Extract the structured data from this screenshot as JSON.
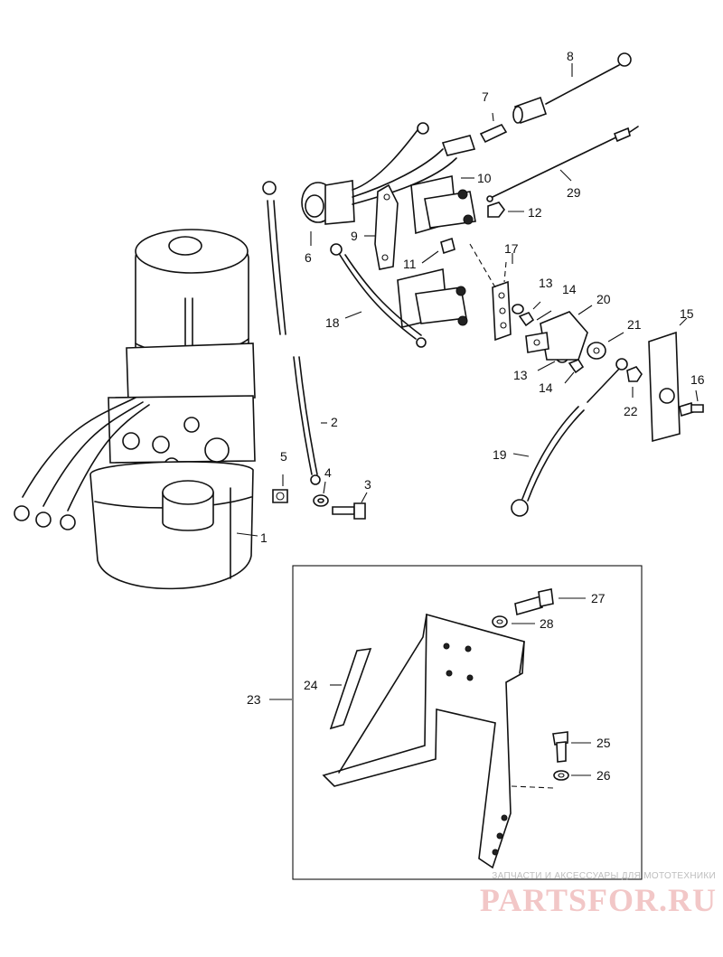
{
  "callouts": {
    "c1": "1",
    "c2": "2",
    "c3": "3",
    "c4": "4",
    "c5": "5",
    "c6": "6",
    "c7": "7",
    "c8": "8",
    "c9": "9",
    "c10": "10",
    "c11": "11",
    "c12": "12",
    "c13a": "13",
    "c13b": "13",
    "c14a": "14",
    "c14b": "14",
    "c15": "15",
    "c16": "16",
    "c17": "17",
    "c18": "18",
    "c19": "19",
    "c20": "20",
    "c21": "21",
    "c22": "22",
    "c23": "23",
    "c24": "24",
    "c25": "25",
    "c26": "26",
    "c27": "27",
    "c28": "28",
    "c29": "29"
  },
  "watermark": {
    "tagline": "ЗАПЧАСТИ И АКСЕССУАРЫ ДЛЯ МОТОТЕХНИКИ",
    "logo": "PARTSFOR.RU"
  },
  "colors": {
    "ink": "#111111",
    "background": "#ffffff",
    "watermark_logo": "#f2c7c7",
    "watermark_text": "#bdbdbd"
  }
}
